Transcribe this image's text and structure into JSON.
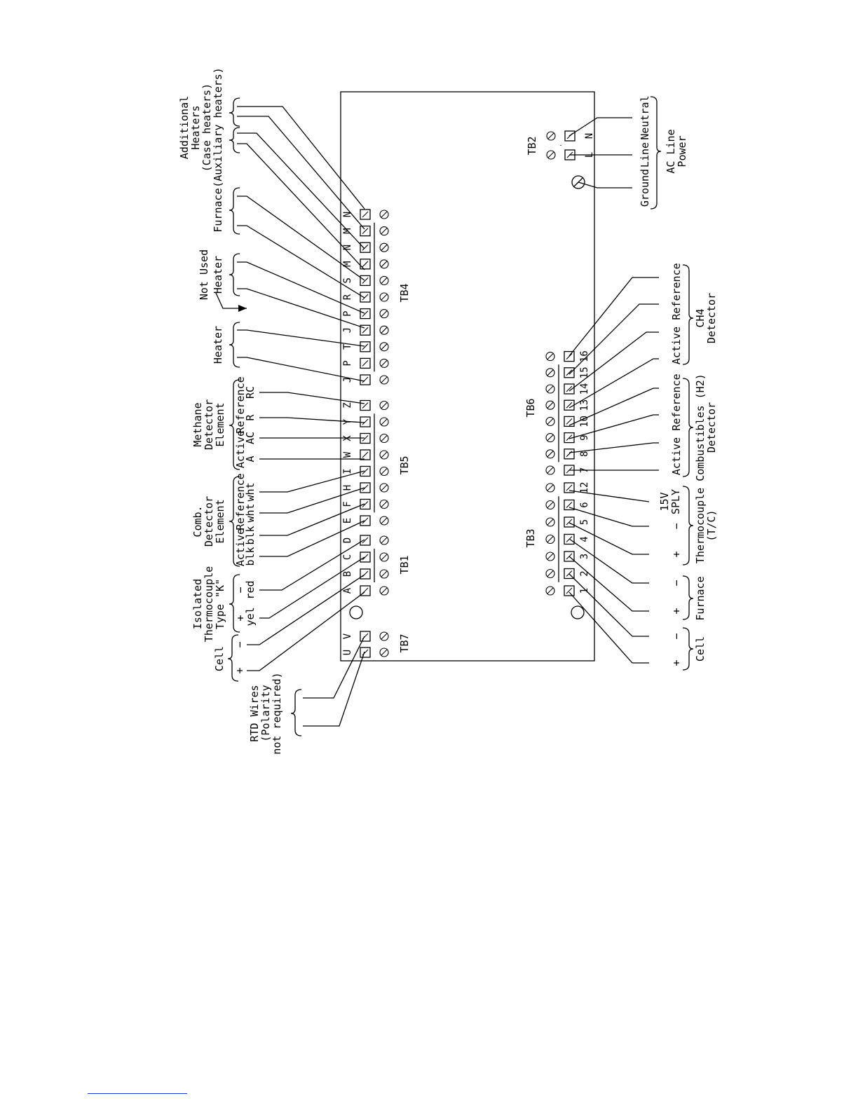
{
  "terminal_blocks": {
    "tb1": "TB1",
    "tb2": "TB2",
    "tb3": "TB3",
    "tb4": "TB4",
    "tb5": "TB5",
    "tb6": "TB6",
    "tb7": "TB7"
  },
  "tb2_pins": [
    "L",
    "N"
  ],
  "tb7_pins": [
    "U",
    "V"
  ],
  "tb1_pins": [
    "A",
    "B",
    "C",
    "D"
  ],
  "tb5_pins": [
    "E",
    "F",
    "H",
    "I",
    "W",
    "X",
    "Y",
    "Z"
  ],
  "tb4_pins": [
    "J",
    "P",
    "T",
    "J",
    "P",
    "R",
    "S",
    "M",
    "N",
    "M",
    "N"
  ],
  "tb3_pins": [
    "1",
    "2",
    "3",
    "4",
    "5",
    "6",
    "12"
  ],
  "tb6_pins": [
    "7",
    "8",
    "9",
    "10",
    "13",
    "14",
    "15",
    "16"
  ],
  "labels": {
    "additional": "Additional",
    "heaters": "Heaters",
    "case_heaters": "(Case heaters)",
    "auxiliary_heaters": "(Auxiliary heaters)",
    "furnace": "Furnace",
    "not_used": "Not Used",
    "heater": "Heater",
    "methane": "Methane",
    "detector": "Detector",
    "element": "Element",
    "active": "Active",
    "reference": "Reference",
    "comb": "Comb.",
    "isolated": "Isolated",
    "thermocouple": "Thermocouple",
    "type_k": "Type \"K\"",
    "cell": "Cell",
    "rtd_wires": "RTD Wires",
    "polarity": "(Polarity",
    "not_required": "not required)",
    "wire_a": "A",
    "wire_ac": "AC",
    "wire_r": "R",
    "wire_rc": "RC",
    "blk": "blk",
    "wht": "wht",
    "yel": "yel",
    "red": "red",
    "plus": "+",
    "minus": "−",
    "ground": "Ground",
    "line": "Line",
    "neutral": "Neutral",
    "ac_line": "AC Line",
    "power": "Power",
    "ch4": "CH4",
    "combustibles": "Combustibles (H2)",
    "supply_15v": "15V",
    "sply": "SPLY",
    "tc": "(T/C)"
  }
}
